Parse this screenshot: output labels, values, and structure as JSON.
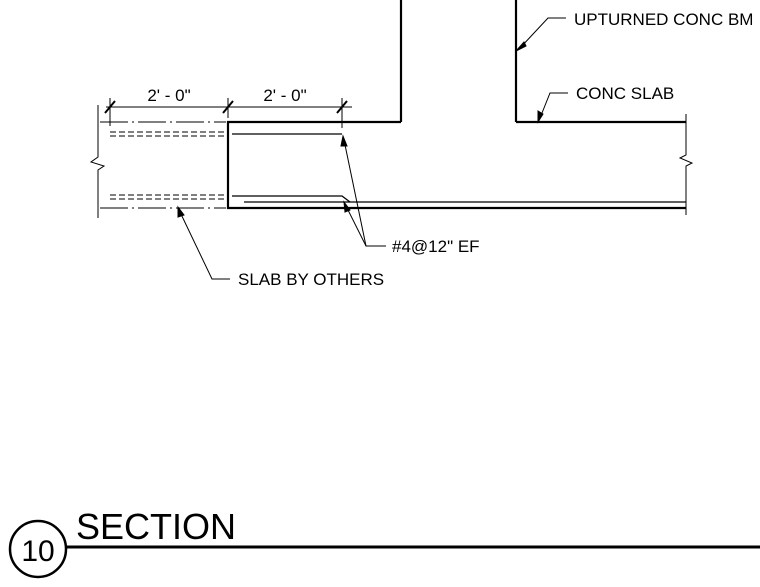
{
  "notes": {
    "upturned_beam": "UPTURNED CONC BM",
    "conc_slab": "CONC SLAB",
    "rebar": "#4@12\" EF",
    "slab_by_others": "SLAB BY OTHERS"
  },
  "dimensions": {
    "left": "2' - 0\"",
    "right": "2' - 0\""
  },
  "section": {
    "number": "10",
    "title": "SECTION"
  }
}
